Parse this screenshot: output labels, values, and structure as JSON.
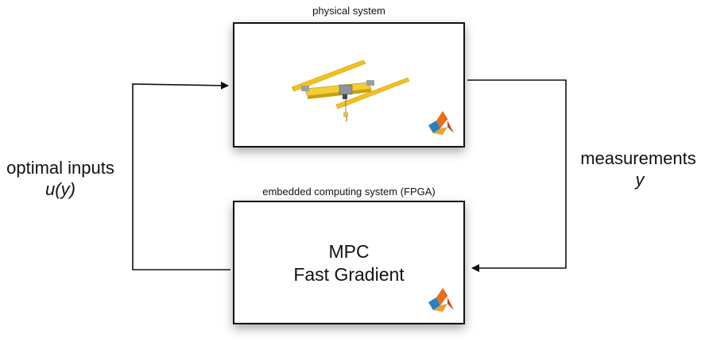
{
  "physical_system": {
    "caption": "physical system"
  },
  "embedded_system": {
    "caption": "embedded computing system (FPGA)",
    "line1": "MPC",
    "line2": "Fast Gradient"
  },
  "left_label": {
    "line1": "optimal inputs",
    "line2": "u(y)"
  },
  "right_label": {
    "line1": "measurements",
    "line2": "y"
  },
  "colors": {
    "crane_yellow": "#f2c21b",
    "matlab_orange": "#e8701a",
    "matlab_blue": "#2a7fc1"
  }
}
